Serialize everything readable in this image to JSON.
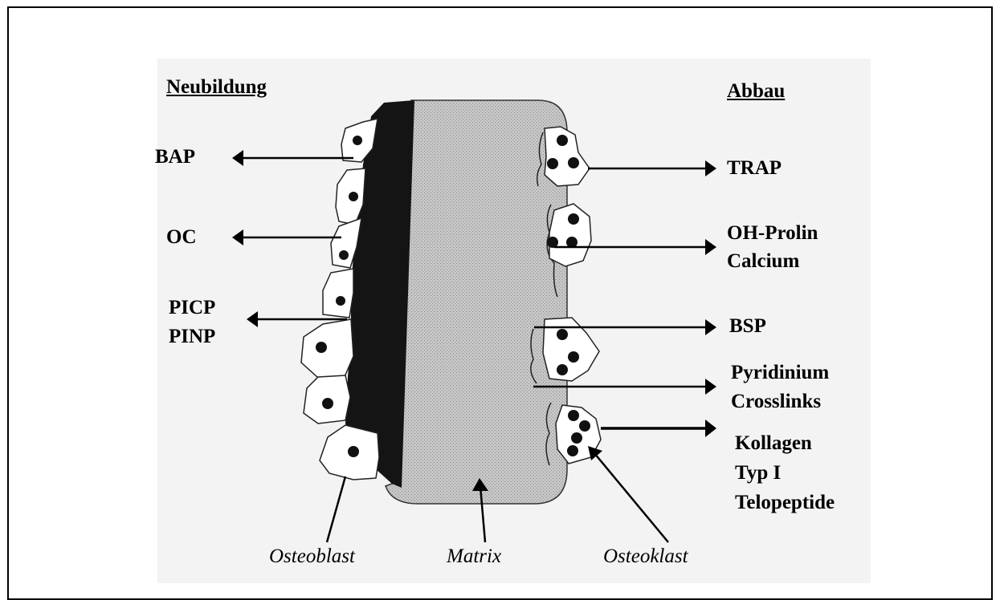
{
  "headings": {
    "left": "Neubildung",
    "right": "Abbau"
  },
  "formation_markers": [
    {
      "id": "bap",
      "lines": [
        "BAP"
      ]
    },
    {
      "id": "oc",
      "lines": [
        "OC"
      ]
    },
    {
      "id": "picp-pinp",
      "lines": [
        "PICP",
        "PINP"
      ]
    }
  ],
  "resorption_markers": [
    {
      "id": "trap",
      "lines": [
        "TRAP"
      ]
    },
    {
      "id": "oh-prolin-calcium",
      "lines": [
        "OH-Prolin",
        "Calcium"
      ]
    },
    {
      "id": "bsp",
      "lines": [
        "BSP"
      ]
    },
    {
      "id": "pyridinium",
      "lines": [
        "Pyridinium",
        "Crosslinks"
      ]
    },
    {
      "id": "kollagen",
      "lines": [
        "Kollagen",
        "Typ I",
        "Telopeptide"
      ]
    }
  ],
  "captions": {
    "osteoblast": "Osteoblast",
    "matrix": "Matrix",
    "osteoklast": "Osteoklast"
  },
  "colors": {
    "osteoid": "#141414",
    "matrix": "#bdbdbd",
    "panel": "#f3f3f3",
    "ink": "#000000"
  }
}
